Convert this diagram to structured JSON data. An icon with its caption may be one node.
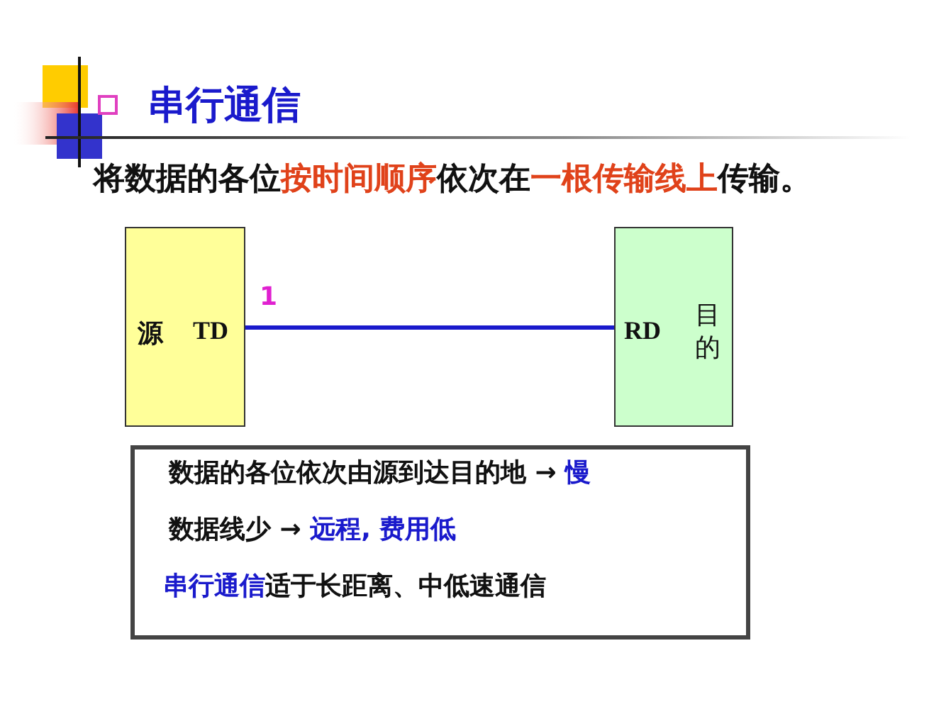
{
  "diagram": {
    "title": "串行通信",
    "nodes": [
      {
        "text": [
          "源",
          "TD"
        ]
      },
      {
        "text": [
          "RD",
          "目的"
        ]
      },
      {
        "text": [
          "数据的各位依次由源到达目的地 → **慢**",
          "数据线少 → **远程, 费用低**",
          "**串行通信**适于长距离、中低速通信"
        ]
      }
    ],
    "edges": [
      {
        "from": 0,
        "to": 1,
        "arrow": "none",
        "label": "1"
      }
    ],
    "labels": [
      "将数据的各位**按时间顺序**依次在**一根传输线上**传输。"
    ]
  }
}
